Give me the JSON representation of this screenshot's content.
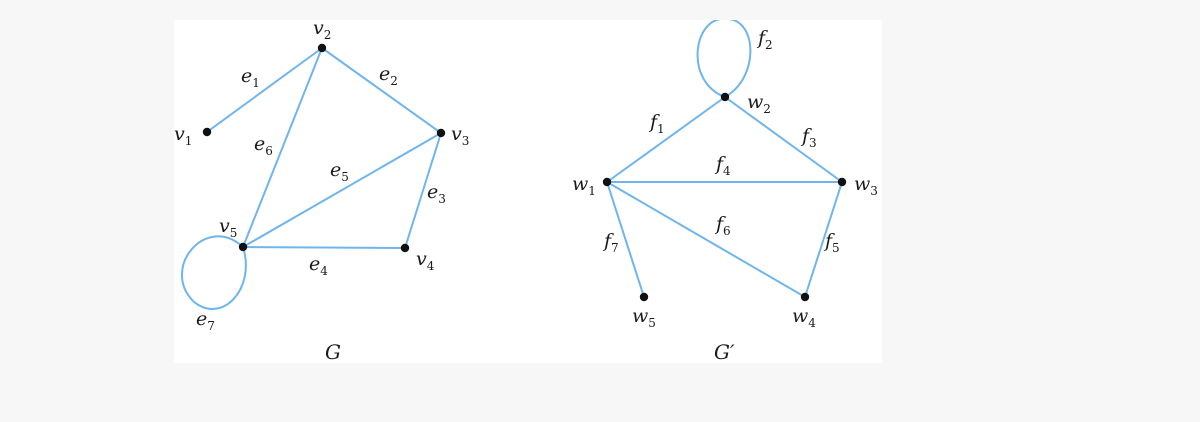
{
  "graphs": [
    {
      "name": "G",
      "vertices": [
        {
          "id": "v1",
          "base": "v",
          "sub": "1"
        },
        {
          "id": "v2",
          "base": "v",
          "sub": "2"
        },
        {
          "id": "v3",
          "base": "v",
          "sub": "3"
        },
        {
          "id": "v4",
          "base": "v",
          "sub": "4"
        },
        {
          "id": "v5",
          "base": "v",
          "sub": "5"
        }
      ],
      "edges": [
        {
          "id": "e1",
          "base": "e",
          "sub": "1",
          "from": "v1",
          "to": "v2"
        },
        {
          "id": "e2",
          "base": "e",
          "sub": "2",
          "from": "v2",
          "to": "v3"
        },
        {
          "id": "e3",
          "base": "e",
          "sub": "3",
          "from": "v3",
          "to": "v4"
        },
        {
          "id": "e4",
          "base": "e",
          "sub": "4",
          "from": "v4",
          "to": "v5"
        },
        {
          "id": "e5",
          "base": "e",
          "sub": "5",
          "from": "v3",
          "to": "v5"
        },
        {
          "id": "e6",
          "base": "e",
          "sub": "6",
          "from": "v2",
          "to": "v5"
        },
        {
          "id": "e7",
          "base": "e",
          "sub": "7",
          "from": "v5",
          "to": "v5"
        }
      ]
    },
    {
      "name": "G′",
      "vertices": [
        {
          "id": "w1",
          "base": "w",
          "sub": "1"
        },
        {
          "id": "w2",
          "base": "w",
          "sub": "2"
        },
        {
          "id": "w3",
          "base": "w",
          "sub": "3"
        },
        {
          "id": "w4",
          "base": "w",
          "sub": "4"
        },
        {
          "id": "w5",
          "base": "w",
          "sub": "5"
        }
      ],
      "edges": [
        {
          "id": "f1",
          "base": "f",
          "sub": "1",
          "from": "w1",
          "to": "w2"
        },
        {
          "id": "f2",
          "base": "f",
          "sub": "2",
          "from": "w2",
          "to": "w2"
        },
        {
          "id": "f3",
          "base": "f",
          "sub": "3",
          "from": "w2",
          "to": "w3"
        },
        {
          "id": "f4",
          "base": "f",
          "sub": "4",
          "from": "w1",
          "to": "w3"
        },
        {
          "id": "f5",
          "base": "f",
          "sub": "5",
          "from": "w3",
          "to": "w4"
        },
        {
          "id": "f6",
          "base": "f",
          "sub": "6",
          "from": "w1",
          "to": "w4"
        },
        {
          "id": "f7",
          "base": "f",
          "sub": "7",
          "from": "w1",
          "to": "w5"
        }
      ]
    }
  ],
  "colors": {
    "edge": "#6fb5ec",
    "vertex": "#111111"
  }
}
